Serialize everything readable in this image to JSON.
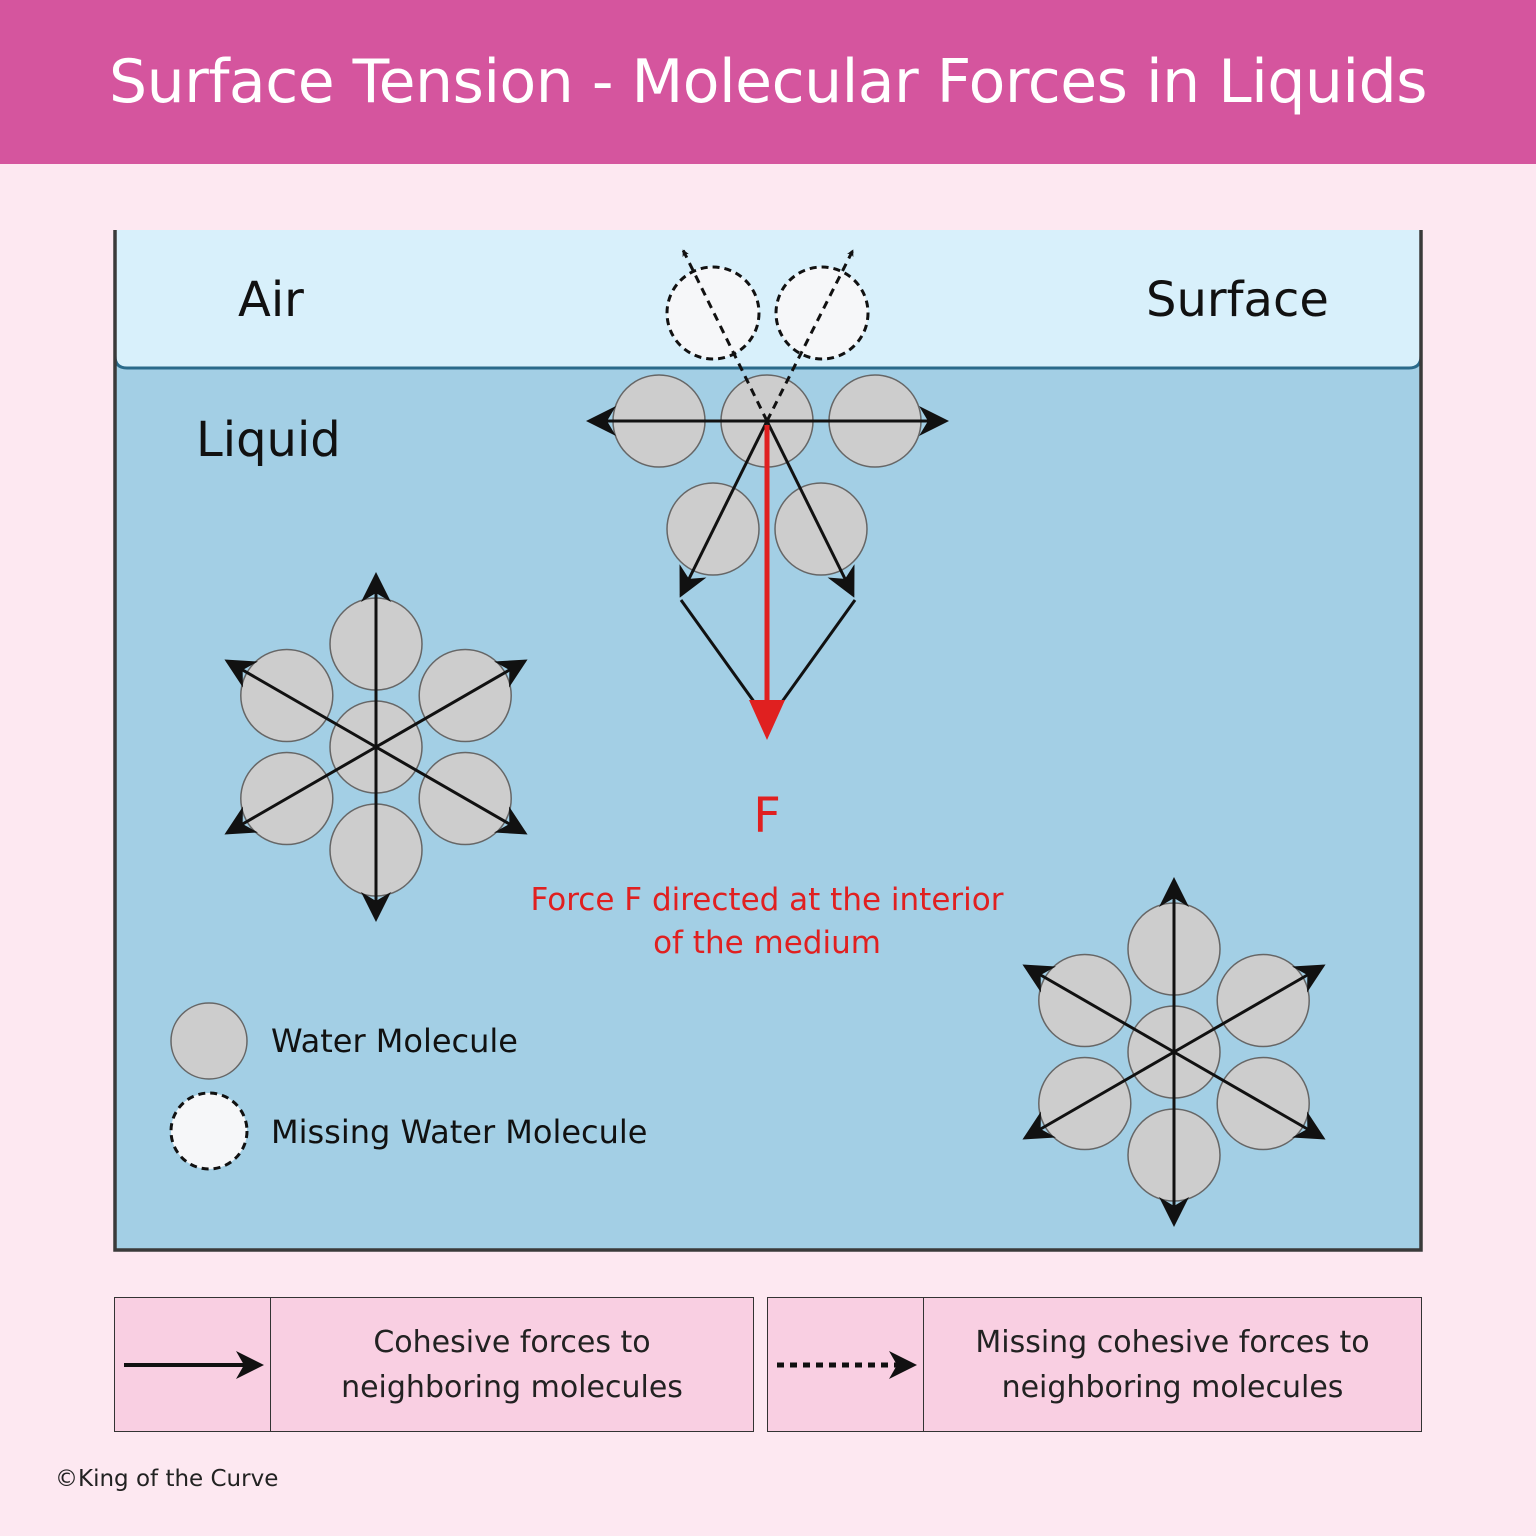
{
  "title": "Surface Tension - Molecular Forces in Liquids",
  "regions": {
    "air": "Air",
    "surface": "Surface",
    "liquid": "Liquid"
  },
  "force": {
    "symbol": "F",
    "caption_line1": "Force F directed at the interior",
    "caption_line2": "of the medium"
  },
  "molecule_key": {
    "water": "Water Molecule",
    "missing": "Missing Water Molecule"
  },
  "force_legend": {
    "cohesive": "Cohesive forces to\nneighboring molecules",
    "missing": "Missing cohesive forces to\nneighboring molecules"
  },
  "copyright": "©King of the Curve",
  "colors": {
    "header": "#d5559e",
    "background": "#fde8f1",
    "air": "#d8f0fb",
    "liquid": "#a3cfe5",
    "molecule": "#cdcdcd",
    "force_arrow": "#e02020",
    "legend_box": "#f9cfe2"
  }
}
